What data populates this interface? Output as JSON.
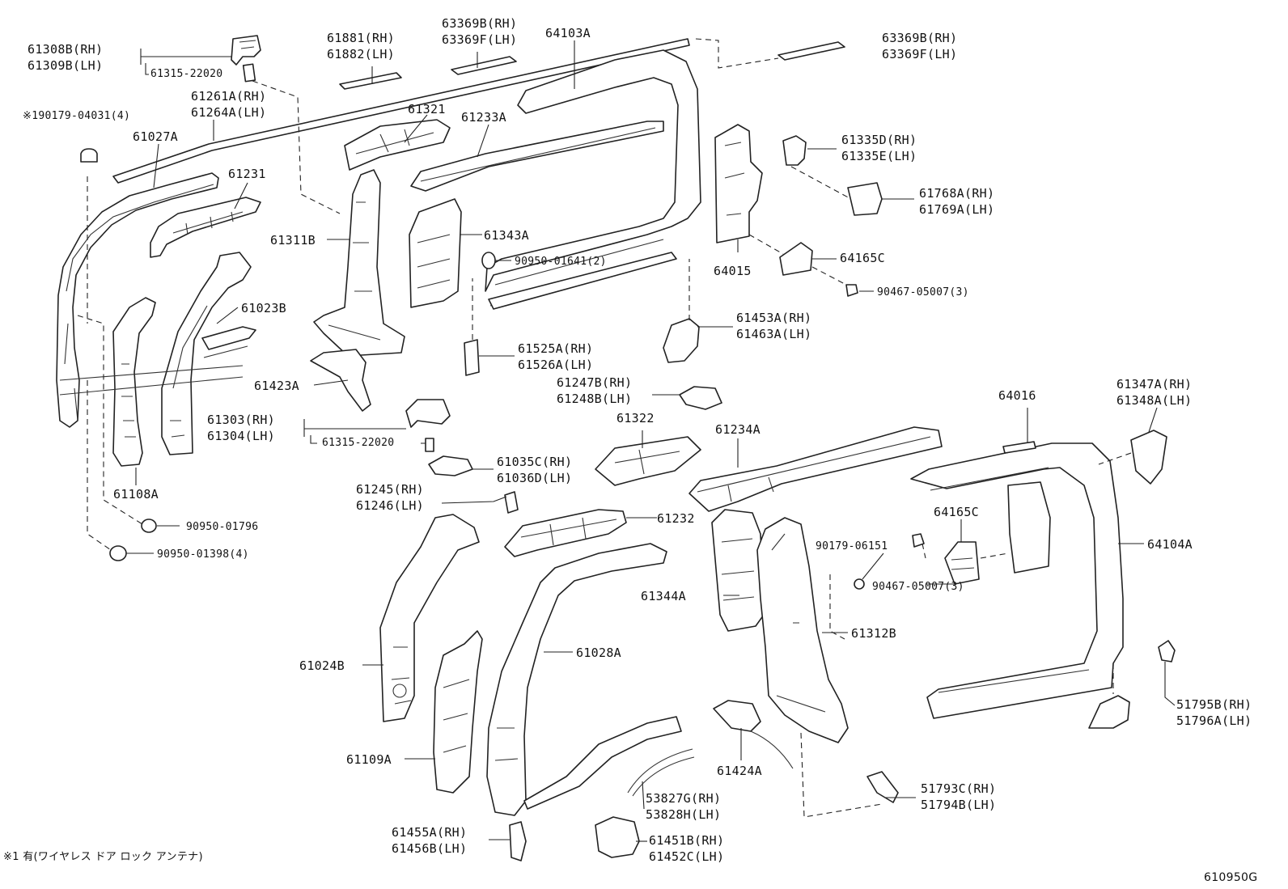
{
  "labels": {
    "p61308b": "61308B(RH)",
    "p61309b": "61309B(LH)",
    "p61315a": "61315-22020",
    "p61881": "61881(RH)",
    "p61882": "61882(LH)",
    "p63369b_a": "63369B(RH)",
    "p63369f_a": "63369F(LH)",
    "p64103a": "64103A",
    "p63369b_b": "63369B(RH)",
    "p63369f_b": "63369F(LH)",
    "p61261a": "61261A(RH)",
    "p61264a": "61264A(LH)",
    "p190179": "※190179-04031(4)",
    "p61027a": "61027A",
    "p61321": "61321",
    "p61233a": "61233A",
    "p61231": "61231",
    "p61335d": "61335D(RH)",
    "p61335e": "61335E(LH)",
    "p61768a": "61768A(RH)",
    "p61769a": "61769A(LH)",
    "p61311b": "61311B",
    "p61343a": "61343A",
    "p90950_01641": "90950-01641(2)",
    "p64015": "64015",
    "p64165c_a": "64165C",
    "p90467_a": "90467-05007(3)",
    "p61023b": "61023B",
    "p61453a": "61453A(RH)",
    "p61463a": "61463A(LH)",
    "p61525a": "61525A(RH)",
    "p61526a": "61526A(LH)",
    "p61423a": "61423A",
    "p61247b": "61247B(RH)",
    "p61248b": "61248B(LH)",
    "p64016": "64016",
    "p61347a": "61347A(RH)",
    "p61348a": "61348A(LH)",
    "p61303": "61303(RH)",
    "p61304": "61304(LH)",
    "p61315b": "61315-22020",
    "p61322": "61322",
    "p61234a": "61234A",
    "p61108a": "61108A",
    "p61035c": "61035C(RH)",
    "p61036d": "61036D(LH)",
    "p61245": "61245(RH)",
    "p61246": "61246(LH)",
    "p61232": "61232",
    "p64165c_b": "64165C",
    "p90950_01796": "90950-01796",
    "p90179_06151": "90179-06151",
    "p90950_01398": "90950-01398(4)",
    "p64104a": "64104A",
    "p90467_b": "90467-05007(3)",
    "p61344a": "61344A",
    "p61312b": "61312B",
    "p61024b": "61024B",
    "p61028a": "61028A",
    "p51795b": "51795B(RH)",
    "p51796a": "51796A(LH)",
    "p61424a": "61424A",
    "p61109a": "61109A",
    "p53827g": "53827G(RH)",
    "p53828h": "53828H(LH)",
    "p51793c": "51793C(RH)",
    "p51794b": "51794B(LH)",
    "p61455a": "61455A(RH)",
    "p61456b": "61456B(LH)",
    "p61451b": "61451B(RH)",
    "p61452c": "61452C(LH)"
  },
  "footnote": "※1 有(ワイヤレス ドア ロック アンテナ)",
  "diagram_code": "610950G"
}
